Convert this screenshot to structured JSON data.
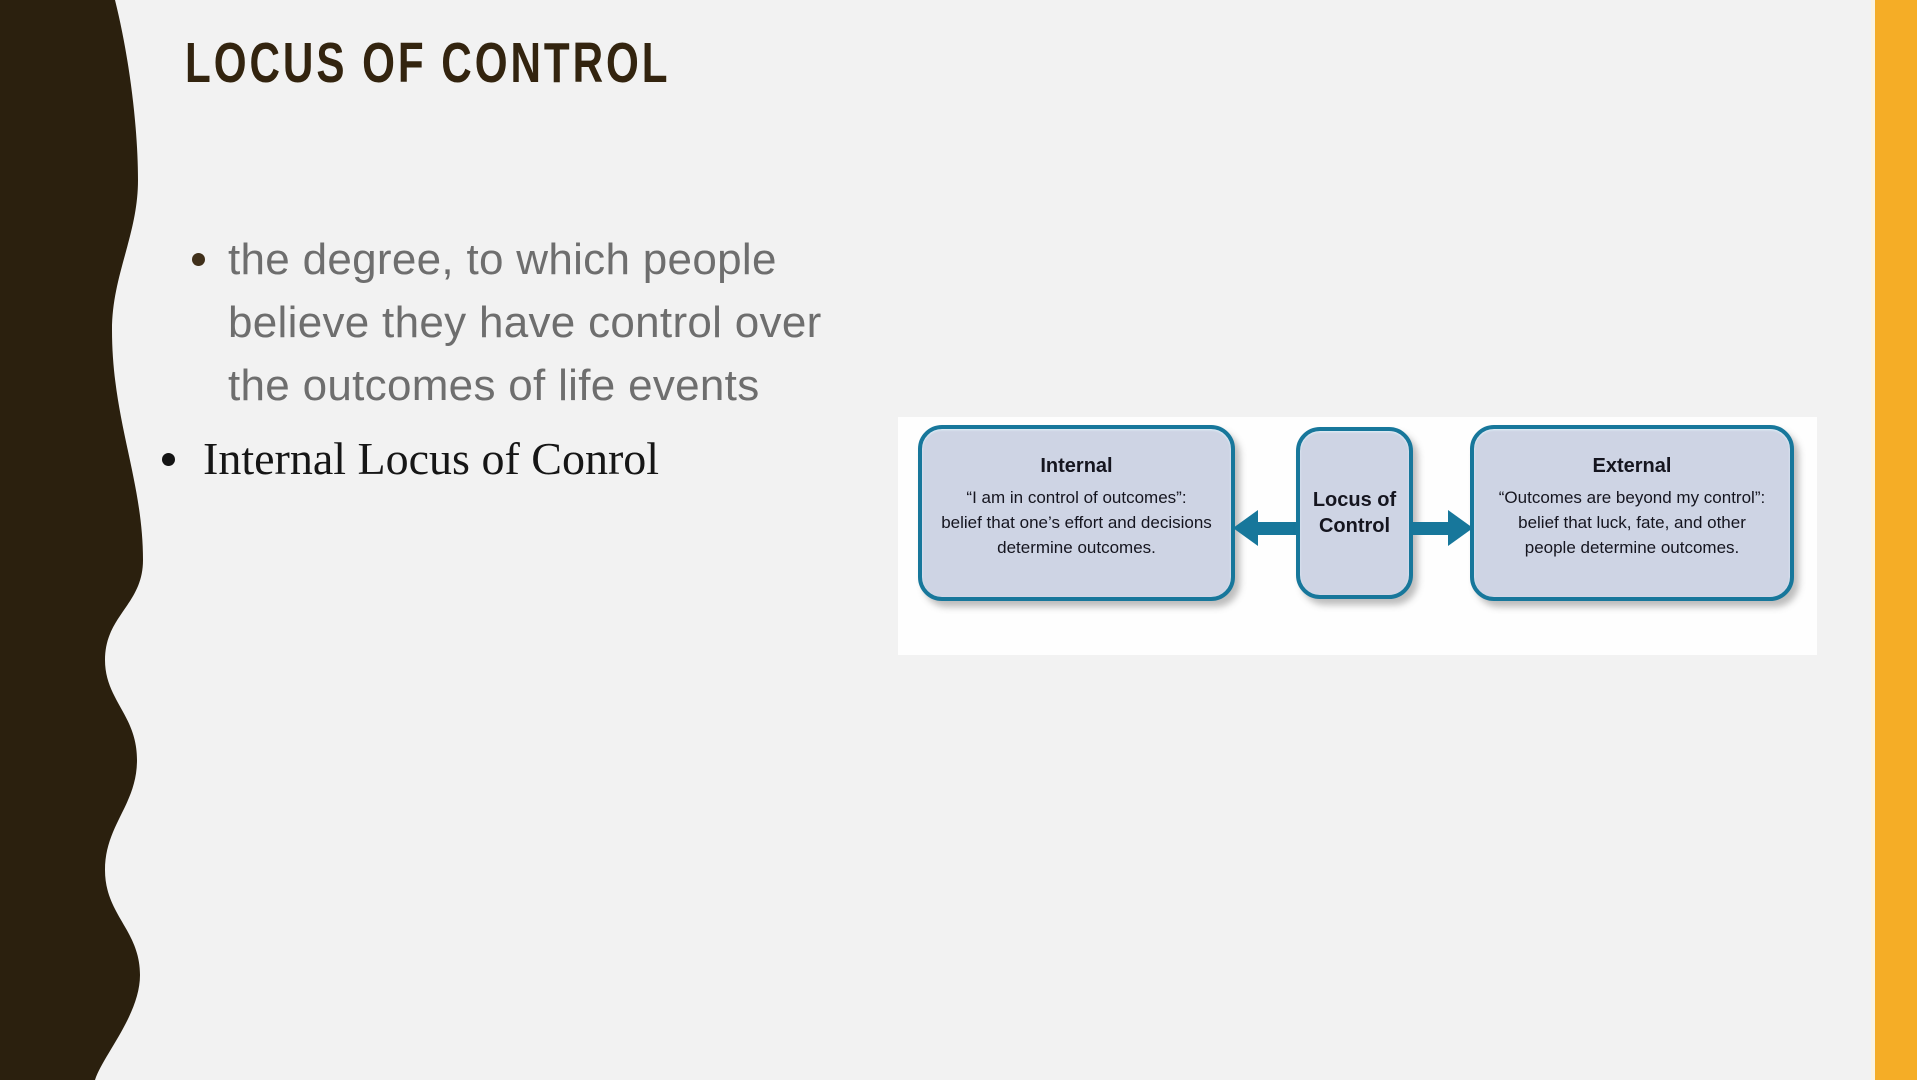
{
  "slide": {
    "title": "LOCUS OF CONTROL",
    "bullets": [
      {
        "lines": [
          "the degree, to which people",
          "believe they have control over",
          "the outcomes of life events"
        ]
      },
      {
        "text": "Internal Locus of Conrol"
      }
    ]
  },
  "diagram": {
    "internal": {
      "title": "Internal",
      "lines": [
        "“I am in control of outcomes”:",
        "belief that one’s effort and decisions",
        "determine outcomes."
      ]
    },
    "center": {
      "lines": [
        "Locus of",
        "Control"
      ]
    },
    "external": {
      "title": "External",
      "lines": [
        "“Outcomes are beyond my control”:",
        "belief that luck, fate, and other",
        "people determine outcomes."
      ]
    }
  },
  "colors": {
    "background": "#F2F2F2",
    "sidebar_brown": "#2B200E",
    "accent_gold": "#F5AD26",
    "title_brown": "#33240F",
    "body_gray": "#6E6E6E",
    "body_black": "#161616",
    "diagram_teal": "#17779B",
    "diagram_box_fill": "#CED4E4",
    "diagram_background": "#FEFEFE"
  }
}
